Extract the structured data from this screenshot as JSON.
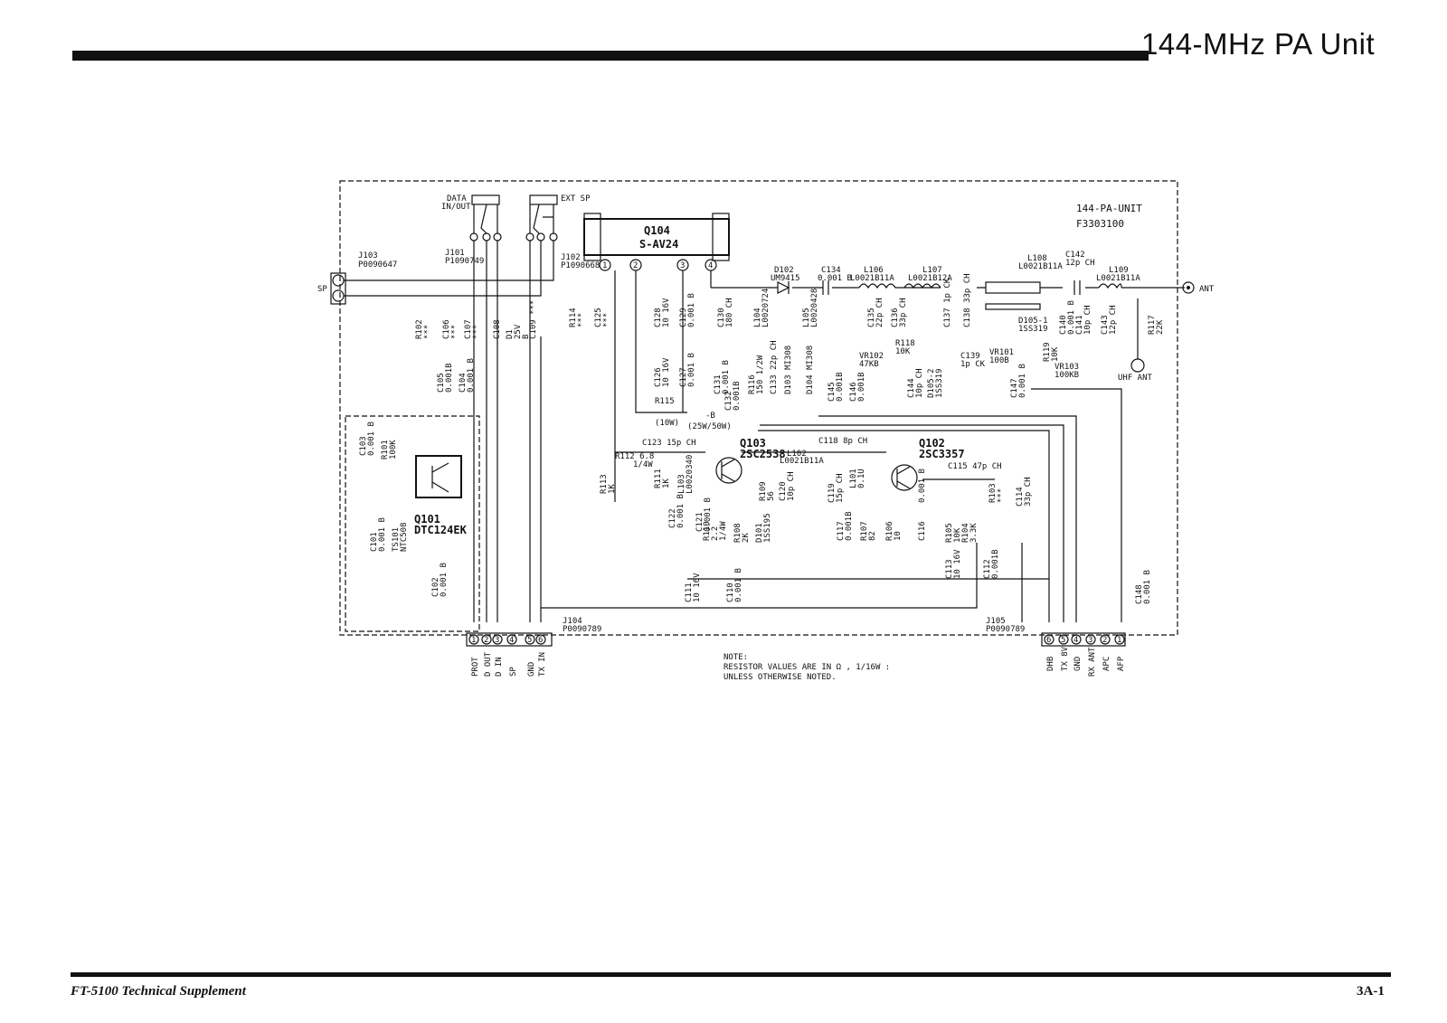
{
  "header": {
    "title": "144-MHz PA Unit"
  },
  "footer": {
    "left": "FT-5100   Technical Supplement",
    "right": "3A-1"
  },
  "unit": {
    "name": "144-PA-UNIT",
    "part": "F3303100"
  },
  "devices": {
    "q104": {
      "ref": "Q104",
      "type": "S-AV24"
    },
    "q103": {
      "ref": "Q103",
      "type": "2SC2538"
    },
    "q102": {
      "ref": "Q102",
      "type": "2SC3357"
    },
    "q101": {
      "ref": "Q101",
      "type": "DTC124EK"
    }
  },
  "jacks": {
    "data": "DATA\nIN/OUT",
    "ext_sp": "EXT SP",
    "j101": {
      "ref": "J101",
      "part": "P1090749"
    },
    "j102": {
      "ref": "J102",
      "part": "P1090668"
    },
    "j103": {
      "ref": "J103",
      "part": "P0090647"
    },
    "j104": {
      "ref": "J104",
      "part": "P0090789"
    },
    "j105": {
      "ref": "J105",
      "part": "P0090789"
    },
    "sp": "SP",
    "ant": "ANT",
    "uhf_ant": "UHF  ANT"
  },
  "j104_pins": [
    "PROT",
    "D OUT",
    "D IN",
    "SP",
    "GND",
    "TX IN"
  ],
  "j105_pins": [
    "DHB",
    "TX 8V",
    "GND",
    "RX ANT",
    "APC",
    "AFP"
  ],
  "q104_pins": [
    "1",
    "2",
    "3",
    "4"
  ],
  "note": [
    "NOTE:",
    "RESISTOR VALUES ARE IN Ω , 1/16W :",
    "UNLESS OTHERWISE NOTED."
  ],
  "parts": {
    "d102": "D102\nUM9415",
    "c134": "C134\n0.001 B",
    "l106": "L106\nL0021B11A",
    "l107": "L107\nL0021B12A",
    "l108": "L108\nL0021B11A",
    "c142": "C142\n12p CH",
    "l109": "L109\nL0021B11A",
    "r115": "R115\n(10W)",
    "r115b": "-B\n(25W/50W)",
    "c123": "C123 15p CH",
    "r112": "R112 6.8\n1/4W",
    "c118": "C118 8p CH",
    "l102": "L102\nL0021B11A",
    "c115": "C115 47p CH",
    "vr102": "VR102\n47KB",
    "r118": "R118\n10K",
    "vr101": "VR101\n100B",
    "c139": "C139\n1p CK",
    "vr103": "VR103\n100KB",
    "d105_1": "D105-1\n1SS319",
    "r102": "R102\n***",
    "c106": "C106\n***",
    "c107": "C107\n***",
    "c108": "C108",
    "d1": "D1\n25V\nB",
    "c109": "C109 ***",
    "r114": "R114\n***",
    "c125": "C125\n***",
    "c128": "C128\n10 16V",
    "c129": "C129\n0.001 B",
    "c130": "C130\n180 CH",
    "l104": "L104\nL0020724",
    "l105": "L105\nL0020428",
    "c135": "C135\n22p CH",
    "c136": "C136\n33p CH",
    "c137": "C137 1p CK",
    "c138": "C138 33p CH",
    "c140": "C140\n0.001 B",
    "c141": "C141\n10p CH",
    "c143": "C143\n12p CH",
    "r117": "R117\n22K",
    "r119": "R119\n10K",
    "c105": "C105\n0.001B",
    "c104": "C104\n0.001 B",
    "c126": "C126\n10 16V",
    "c127": "C127\n0.001 B",
    "c131": "C131\n0.001 B",
    "r116": "R116\n150 1/2W",
    "c133": "C133 22p CH",
    "d103": "D103 MI308",
    "d104": "D104 MI308",
    "c145": "C145\n0.001B",
    "c146": "C146\n0.001B",
    "c144": "C144\n10p CH",
    "d105_2": "D105-2\n1SS319",
    "c147": "C147\n0.001 B",
    "c132": "C132\n0.001B",
    "c103": "C103\n0.001 B",
    "r101": "R101\n100K",
    "c101": "C101\n0.001 B",
    "ts101": "TS101\nNTC508",
    "c102": "C102\n0.001 B",
    "r113": "R113\n1K",
    "r111": "R111\n1K",
    "l103": "L103\nL0020340",
    "r109": "R109\n56",
    "c120": "C120\n10p CH",
    "c119": "C119\n15p CH",
    "l101": "L101\n0.1U",
    "c116b": "0.001 B",
    "r103": "R103\n***",
    "c114": "C114\n33p CH",
    "c122": "C122\n0.001 B",
    "c121": "C121\n0.001 B",
    "r110": "R110\n2.2\n1/4W",
    "r108": "R108\n2K",
    "d101": "D101\n1SS195",
    "c117": "C117\n0.001B",
    "r107": "R107\n82",
    "r106": "R106\n10",
    "c116": "C116",
    "r105": "R105\n10K",
    "r104": "R104\n3.3K",
    "c113": "C113\n10 16V",
    "c112": "C112\n0.001B",
    "c111": "C111\n10 16V",
    "c110": "C110\n0.001 B",
    "c148": "C148\n0.001 B"
  }
}
